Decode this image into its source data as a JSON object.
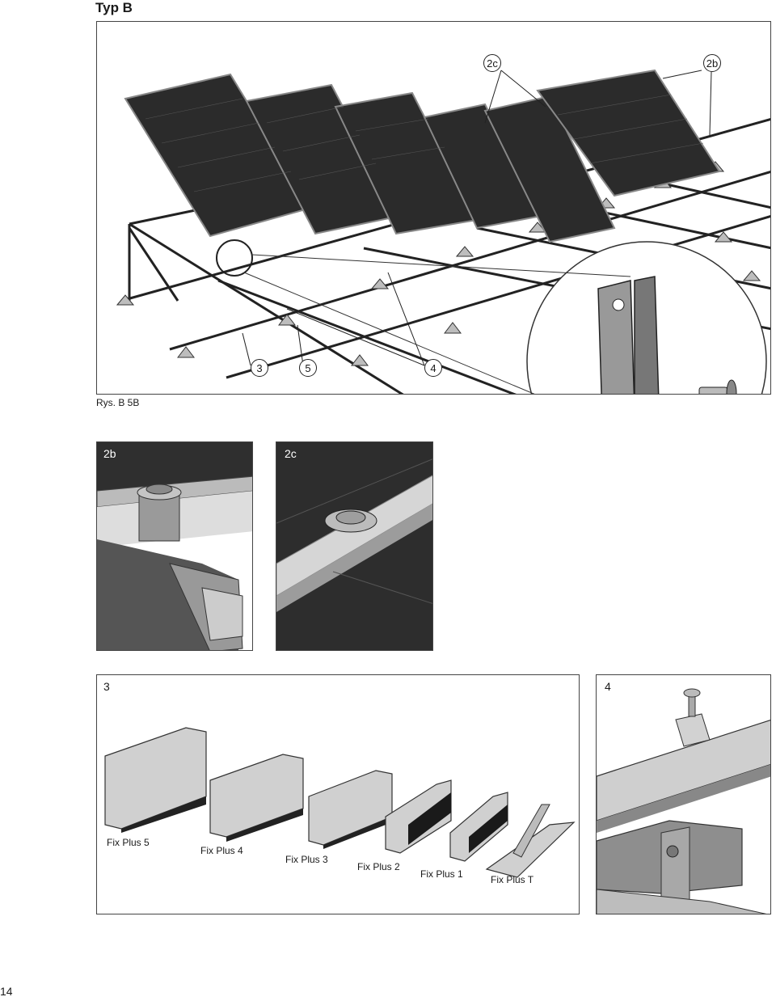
{
  "page": {
    "title": "Typ B",
    "figure_caption": "Rys. B 5B",
    "page_number": "14"
  },
  "main_figure": {
    "callouts": {
      "c2c": "2c",
      "c2b": "2b",
      "c3": "3",
      "c5": "5",
      "c4": "4"
    }
  },
  "detail_2b": {
    "label": "2b"
  },
  "detail_2c": {
    "label": "2c"
  },
  "detail_3": {
    "label": "3",
    "profiles": [
      "Fix Plus 5",
      "Fix Plus 4",
      "Fix Plus 3",
      "Fix Plus 2",
      "Fix Plus 1",
      "Fix Plus T"
    ]
  },
  "detail_4": {
    "label": "4"
  }
}
